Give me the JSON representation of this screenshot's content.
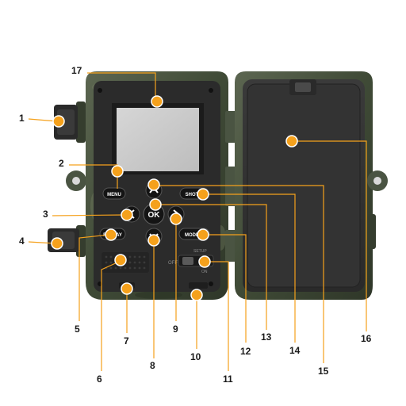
{
  "buttons": {
    "menu": "MENU",
    "shot_a": "SHOT/A",
    "ok": "OK",
    "replay": "REPLAY",
    "mode": "MODE/R"
  },
  "switch": {
    "off": "OFF",
    "setup": "SETUP",
    "on": "ON"
  },
  "callouts": {
    "c1": "1",
    "c2": "2",
    "c3": "3",
    "c4": "4",
    "c5": "5",
    "c6": "6",
    "c7": "7",
    "c8": "8",
    "c9": "9",
    "c10": "10",
    "c11": "11",
    "c12": "12",
    "c13": "13",
    "c14": "14",
    "c15": "15",
    "c16": "16",
    "c17": "17"
  },
  "colors": {
    "marker": "#f5a11c",
    "camo_dark": "#3f4a36",
    "panel": "#2b2b2b",
    "screen": "#c8c8c8",
    "button": "#1a1a1a"
  }
}
